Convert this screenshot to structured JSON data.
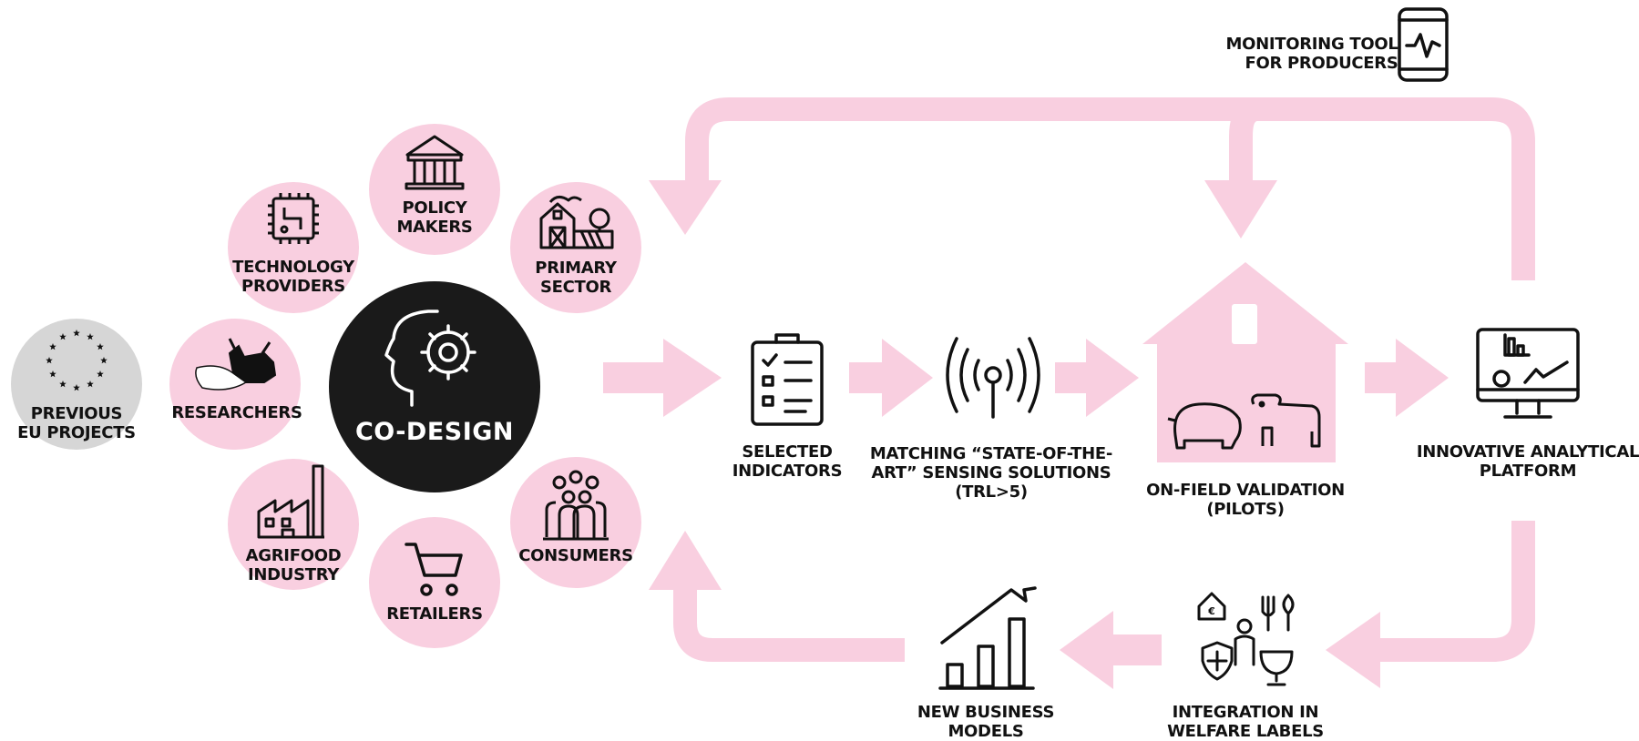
{
  "monitoring_tool": {
    "line1": "MONITORING TOOL",
    "line2": "FOR PRODUCERS",
    "icon": "smartphone-pulse-icon"
  },
  "previous_projects": {
    "line1": "PREVIOUS",
    "line2": "EU PROJECTS",
    "icon": "eu-stars-icon"
  },
  "co_design": {
    "label": "CO-DESIGN",
    "icon": "head-gear-icon"
  },
  "stakeholders": {
    "policy_makers": {
      "line1": "POLICY",
      "line2": "MAKERS",
      "icon": "government-building-icon"
    },
    "technology_providers": {
      "line1": "TECHNOLOGY",
      "line2": "PROVIDERS",
      "icon": "microchip-icon"
    },
    "primary_sector": {
      "line1": "PRIMARY",
      "line2": "SECTOR",
      "icon": "farm-barn-icon"
    },
    "researchers": {
      "line1": "RESEARCHERS",
      "icon": "cow-head-icon"
    },
    "agrifood_industry": {
      "line1": "AGRIFOOD",
      "line2": "INDUSTRY",
      "icon": "factory-icon"
    },
    "retailers": {
      "line1": "RETAILERS",
      "icon": "shopping-cart-icon"
    },
    "consumers": {
      "line1": "CONSUMERS",
      "icon": "people-group-icon"
    }
  },
  "steps": {
    "selected_indicators": {
      "line1": "SELECTED",
      "line2": "INDICATORS",
      "icon": "clipboard-checklist-icon"
    },
    "sensing_solutions": {
      "line1": "MATCHING “STATE-OF-THE-",
      "line2": "ART” SENSING SOLUTIONS",
      "line3": "(TRL>5)",
      "icon": "antenna-signal-icon"
    },
    "validation": {
      "line1": "ON-FIELD VALIDATION",
      "line2": "(PILOTS)",
      "icon": "farm-house-animals-icon"
    },
    "platform": {
      "line1": "INNOVATIVE ANALYTICAL",
      "line2": "PLATFORM",
      "icon": "monitor-dashboard-icon"
    },
    "welfare_labels": {
      "line1": "INTEGRATION IN",
      "line2": "WELFARE LABELS",
      "icon": "welfare-labels-icon"
    },
    "business_models": {
      "line1": "NEW BUSINESS",
      "line2": "MODELS",
      "icon": "growth-chart-icon"
    }
  },
  "colors": {
    "pink": "#f9cfe0",
    "black": "#1a1a1a",
    "grey": "#d6d6d6",
    "white": "#ffffff"
  }
}
